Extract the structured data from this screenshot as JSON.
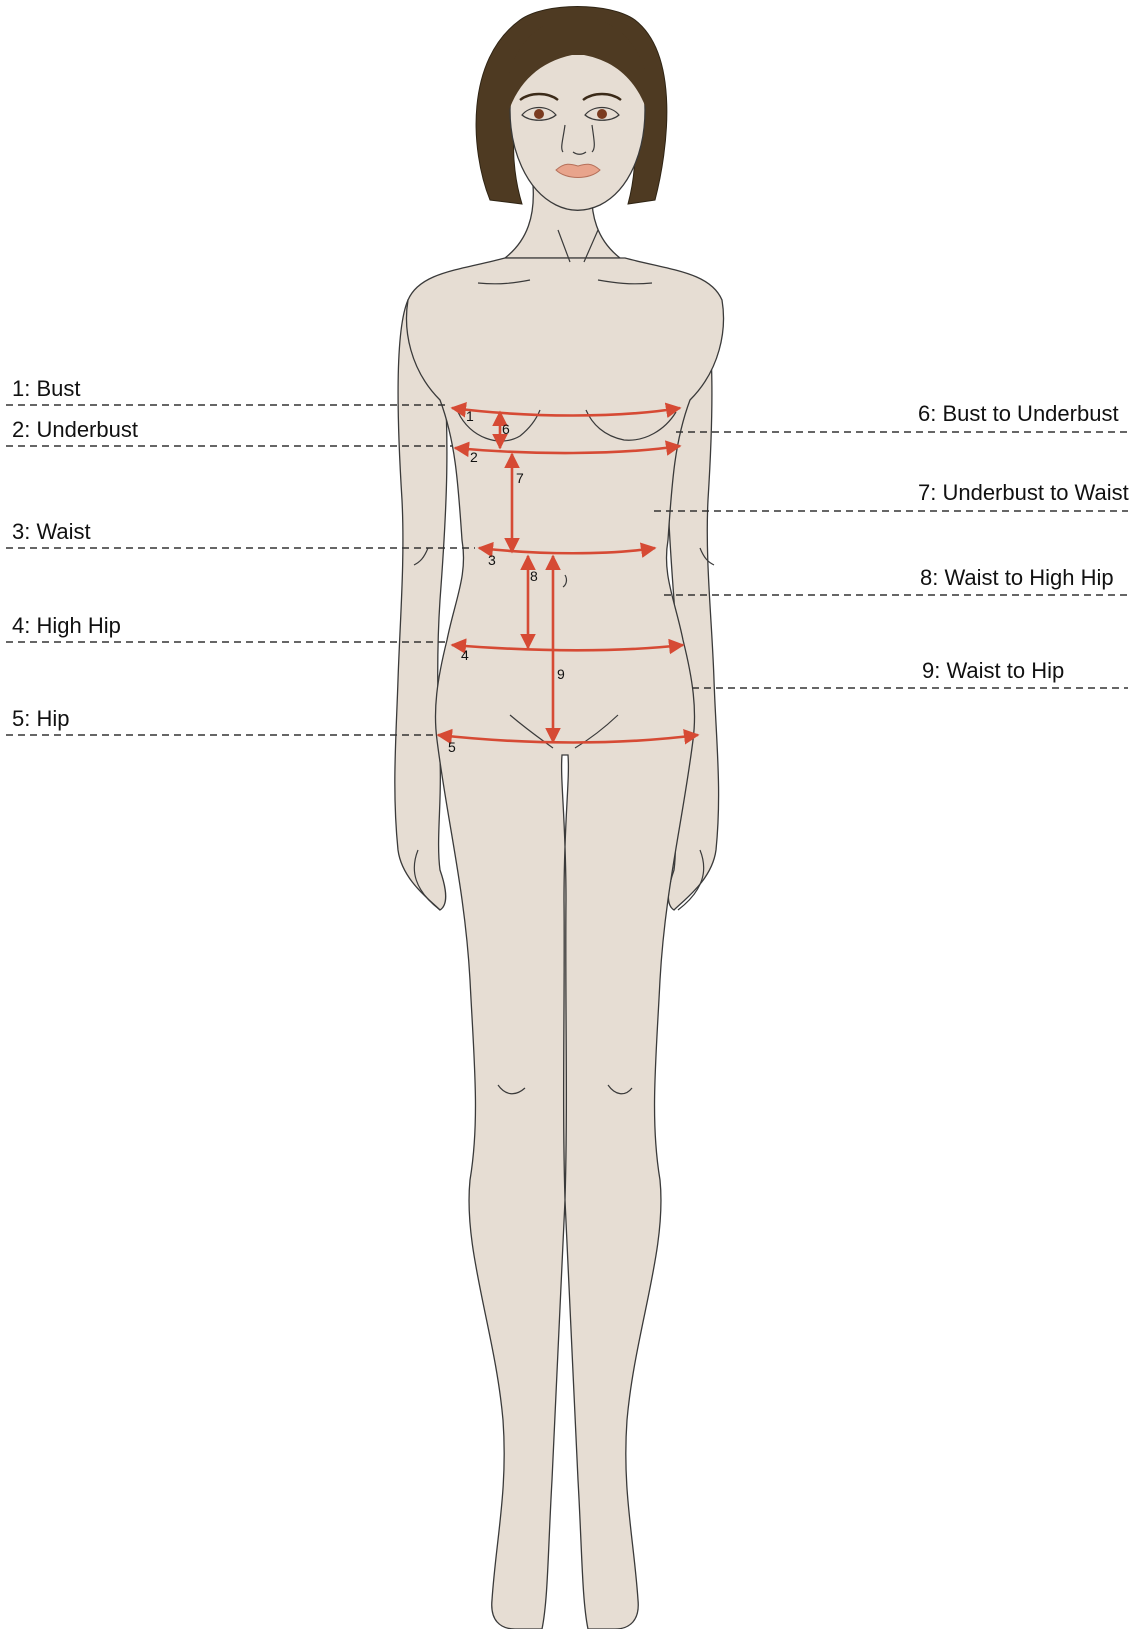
{
  "labels": {
    "bust": "1: Bust",
    "underbust": "2: Underbust",
    "waist": "3: Waist",
    "high_hip": "4: High Hip",
    "hip": "5: Hip",
    "bust_to_underbust": "6: Bust to Underbust",
    "underbust_to_waist": "7: Underbust to Waist",
    "waist_to_high_hip": "8: Waist to High Hip",
    "waist_to_hip": "9: Waist to Hip"
  },
  "markers": [
    "1",
    "2",
    "3",
    "4",
    "5",
    "6",
    "7",
    "8",
    "9"
  ],
  "colors": {
    "skin": "#e6ddd3",
    "hair": "#4e3a22",
    "measure": "#d64a34",
    "lips": "#e8a48c",
    "outline": "#3a3a3a"
  }
}
